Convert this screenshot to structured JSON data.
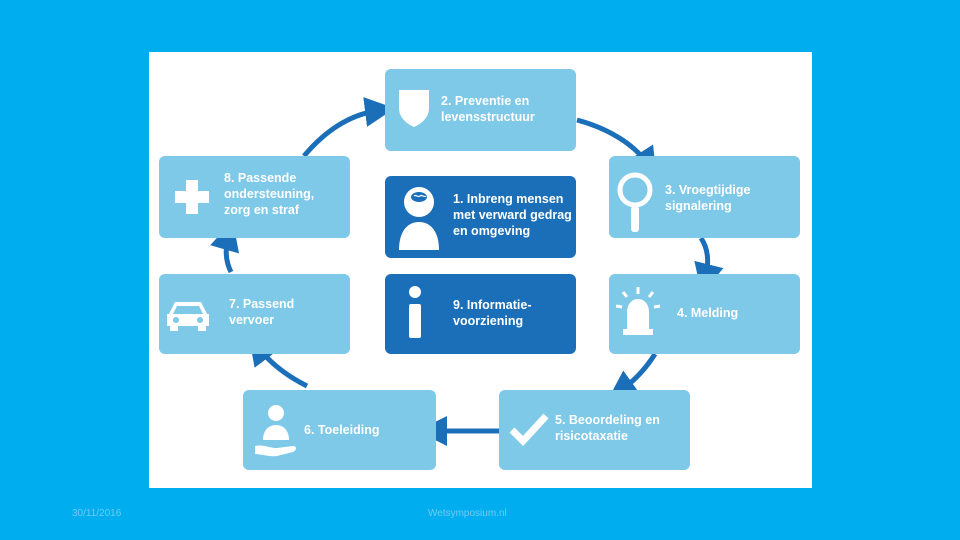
{
  "diagram": {
    "steps": [
      {
        "id": "step-2",
        "label": "2. Preventie en\nlevensstructuur",
        "icon": "shield-icon"
      },
      {
        "id": "step-3",
        "label": "3. Vroegtijdige\nsignalering",
        "icon": "magnifier-icon"
      },
      {
        "id": "step-4",
        "label": "4. Melding",
        "icon": "siren-icon"
      },
      {
        "id": "step-5",
        "label": "5. Beoordeling en\nrisicotaxatie",
        "icon": "checkmark-icon"
      },
      {
        "id": "step-6",
        "label": "6. Toeleiding",
        "icon": "hand-person-icon"
      },
      {
        "id": "step-7",
        "label": "7. Passend\nvervoer",
        "icon": "car-icon"
      },
      {
        "id": "step-8",
        "label": "8. Passende\nondersteuning,\nzorg en straf",
        "icon": "plus-icon"
      }
    ],
    "center": [
      {
        "id": "step-1",
        "label": "1. Inbreng mensen\nmet verward gedrag\nen omgeving",
        "icon": "person-brain-icon"
      },
      {
        "id": "step-9",
        "label": "9. Informatie-\nvoorziening",
        "icon": "info-icon"
      }
    ]
  },
  "colors": {
    "background": "#00aeef",
    "light_box": "#7ec8e8",
    "dark_box": "#1b6fb8",
    "arrow": "#1b6fb8"
  },
  "footer": {
    "date": "30/11/2016",
    "source": "Wetsymposium.nl"
  }
}
